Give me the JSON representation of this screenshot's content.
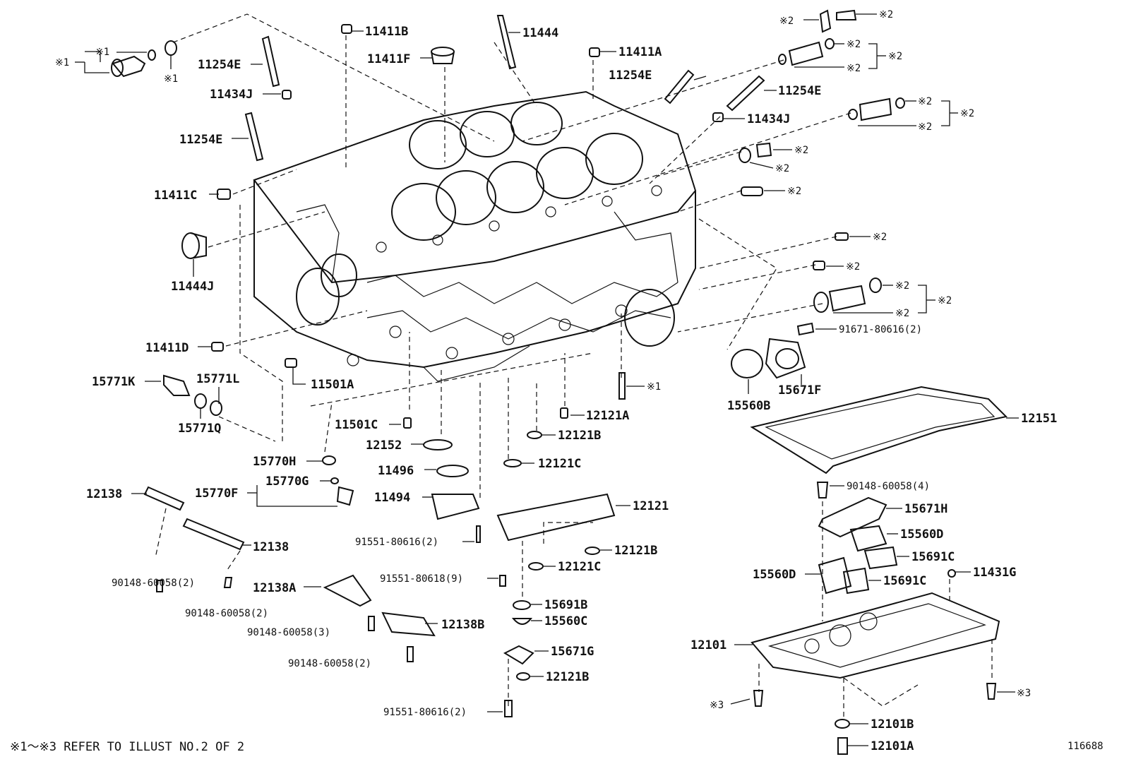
{
  "labels": {
    "l11411B": "11411B",
    "l11444": "11444",
    "l11411F": "11411F",
    "l11411A": "11411A",
    "l11254E_1": "11254E",
    "l11434J_1": "11434J",
    "l11254E_2": "11254E",
    "l11411C": "11411C",
    "l11444J": "11444J",
    "l11411D": "11411D",
    "l11501A": "11501A",
    "l15771K": "15771K",
    "l15771L": "15771L",
    "l15771Q": "15771Q",
    "l15770H": "15770H",
    "l15770G": "15770G",
    "l15770F": "15770F",
    "l12138_1": "12138",
    "l12138_2": "12138",
    "l90148_2a": "90148-60058(2)",
    "l90148_2b": "90148-60058(2)",
    "l12138A": "12138A",
    "l90148_3": "90148-60058(3)",
    "l12138B": "12138B",
    "l90148_2c": "90148-60058(2)",
    "l11501C": "11501C",
    "l12152": "12152",
    "l11496": "11496",
    "l11494": "11494",
    "l91551_80616_2a": "91551-80616(2)",
    "l91551_80618_9": "91551-80618(9)",
    "l12121": "12121",
    "l12121A": "12121A",
    "l12121B_1": "12121B",
    "l12121C_1": "12121C",
    "l12121B_2": "12121B",
    "l12121C_2": "12121C",
    "l15691B": "15691B",
    "l15560C": "15560C",
    "l15671G": "15671G",
    "l12121B_3": "12121B",
    "l91551_80616_2b": "91551-80616(2)",
    "l11254E_3": "11254E",
    "l11254E_4": "11254E",
    "l11434J_2": "11434J",
    "l91671": "91671-80616(2)",
    "l15560B": "15560B",
    "l15671F": "15671F",
    "l12151": "12151",
    "l90148_4": "90148-60058(4)",
    "l15671H": "15671H",
    "l15560D_1": "15560D",
    "l15691C_1": "15691C",
    "l15560D_2": "15560D",
    "l15691C_2": "15691C",
    "l11431G": "11431G",
    "l12101": "12101",
    "l12101B": "12101B",
    "l12101A": "12101A",
    "m1a": "※1",
    "m1b": "※1",
    "m1c": "※1",
    "m1d": "※1",
    "m2a": "※2",
    "m2b": "※2",
    "m2c": "※2",
    "m2d": "※2",
    "m2e": "※2",
    "m2f": "※2",
    "m2g": "※2",
    "m2h": "※2",
    "m2i": "※2",
    "m2j": "※2",
    "m2k": "※2",
    "m2l": "※2",
    "m2m": "※2",
    "m2n": "※2",
    "m2o": "※2",
    "m2p": "※2",
    "m2q": "※2",
    "m3a": "※3",
    "m3b": "※3"
  },
  "footnote": "※1～※3 REFER TO ILLUST NO.2 OF 2",
  "illust_number": "116688"
}
